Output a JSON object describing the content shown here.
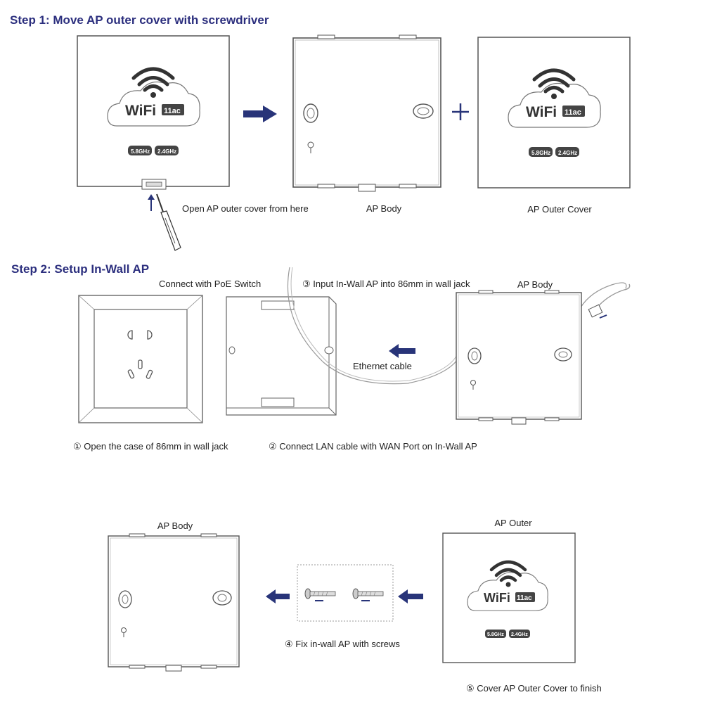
{
  "step1": {
    "title": "Step 1: Move AP outer cover with screwdriver",
    "label_open_cover": "Open AP outer cover from here",
    "label_ap_body": "AP Body",
    "label_ap_outer_cover": "AP Outer Cover"
  },
  "step2": {
    "title": "Step 2: Setup In-Wall AP",
    "label_poe": "Connect with PoE Switch",
    "label_input": "③ Input In-Wall AP into 86mm in wall jack",
    "label_ap_body": "AP Body",
    "label_ethernet": "Ethernet cable",
    "label_open_case": "① Open the case of 86mm in wall jack",
    "label_connect_lan": "② Connect LAN cable with WAN Port on In-Wall AP"
  },
  "step3": {
    "label_ap_body": "AP Body",
    "label_ap_outer": "AP Outer",
    "label_fix": "④ Fix in-wall AP with screws",
    "label_cover": "⑤ Cover AP Outer Cover to finish"
  },
  "device_face": {
    "brand": "WiFi",
    "standard": "11ac",
    "band_5g": "5.8GHz",
    "band_24g": "2.4GHz"
  },
  "colors": {
    "title": "#2c2f7e",
    "arrow": "#283479",
    "line": "#555555",
    "badge": "#444444"
  },
  "icons": [
    "wifi-icon",
    "arrow-right-icon",
    "arrow-left-icon",
    "plus-icon",
    "screwdriver-icon",
    "screw-icon",
    "ethernet-plug-icon",
    "power-socket-icon"
  ]
}
